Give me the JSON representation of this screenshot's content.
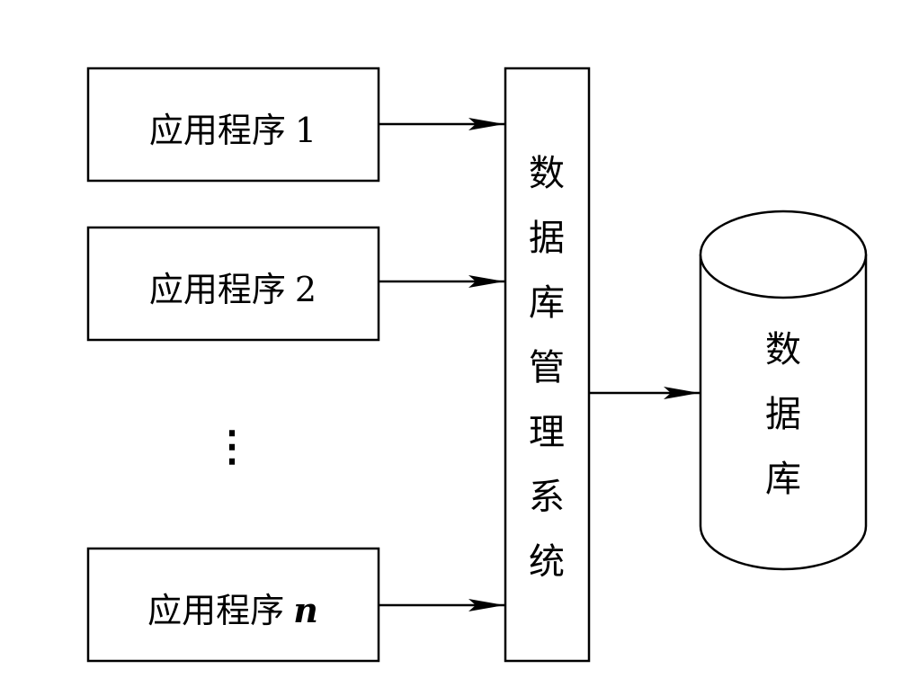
{
  "diagram": {
    "applications": [
      {
        "prefix": "应用程序",
        "index": "1"
      },
      {
        "prefix": "应用程序",
        "index": "2"
      },
      {
        "prefix": "应用程序",
        "index": "n"
      }
    ],
    "ellipsis": "⋮",
    "dbms": {
      "chars": [
        "数",
        "据",
        "库",
        "管",
        "理",
        "系",
        "统"
      ]
    },
    "database": {
      "chars": [
        "数",
        "据",
        "库"
      ]
    },
    "colors": {
      "stroke": "#000000",
      "background": "#ffffff"
    }
  }
}
